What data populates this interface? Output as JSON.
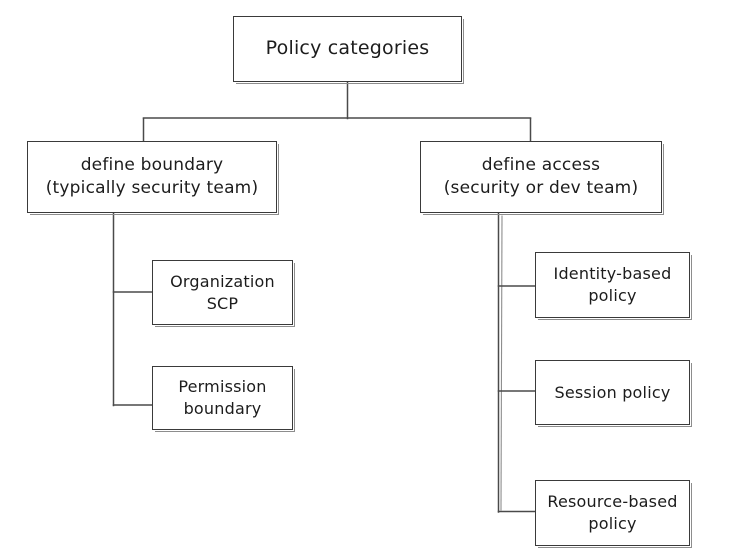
{
  "diagram": {
    "type": "hierarchy-tree",
    "style": "hand-drawn whiteboard sketch",
    "colors": {
      "background": "#ffffff",
      "stroke": "#3a3a3a",
      "stroke_secondary": "#8d8d8d",
      "text": "#1c1c1c"
    },
    "root": {
      "id": "policy-categories",
      "label": "Policy categories"
    },
    "branches": [
      {
        "id": "define-boundary",
        "label": "define boundary\n(typically security team)",
        "line1": "define boundary",
        "line2": "(typically security team)",
        "children": [
          {
            "id": "organization-scp",
            "label": "Organization\nSCP",
            "line1": "Organization",
            "line2": "SCP"
          },
          {
            "id": "permission-boundary",
            "label": "Permission\nboundary",
            "line1": "Permission",
            "line2": "boundary"
          }
        ]
      },
      {
        "id": "define-access",
        "label": "define access\n(security or dev team)",
        "line1": "define access",
        "line2": "(security or dev team)",
        "children": [
          {
            "id": "identity-based-policy",
            "label": "Identity-based\npolicy",
            "line1": "Identity-based",
            "line2": "policy"
          },
          {
            "id": "session-policy",
            "label": "Session policy",
            "line1": "Session policy",
            "line2": ""
          },
          {
            "id": "resource-based-policy",
            "label": "Resource-based\npolicy",
            "line1": "Resource-based",
            "line2": "policy"
          }
        ]
      }
    ]
  }
}
